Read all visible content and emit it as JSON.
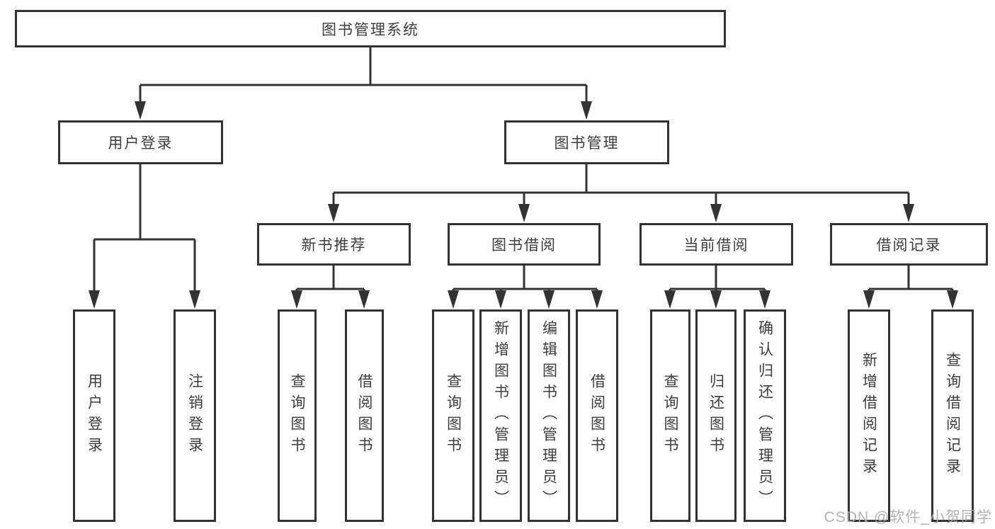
{
  "diagram_type": "hierarchy-tree",
  "tree": {
    "label": "图书管理系统",
    "children": [
      {
        "label": "用户登录",
        "children": [
          {
            "label": "用户登录"
          },
          {
            "label": "注销登录"
          }
        ]
      },
      {
        "label": "图书管理",
        "children": [
          {
            "label": "新书推荐",
            "children": [
              {
                "label": "查询图书"
              },
              {
                "label": "借阅图书"
              }
            ]
          },
          {
            "label": "图书借阅",
            "children": [
              {
                "label": "查询图书"
              },
              {
                "label": "新增图书（管理员）"
              },
              {
                "label": "编辑图书（管理员）"
              },
              {
                "label": "借阅图书"
              }
            ]
          },
          {
            "label": "当前借阅",
            "children": [
              {
                "label": "查询图书"
              },
              {
                "label": "归还图书"
              },
              {
                "label": "确认归还（管理员）"
              }
            ]
          },
          {
            "label": "借阅记录",
            "children": [
              {
                "label": "新增借阅记录"
              },
              {
                "label": "查询借阅记录"
              }
            ]
          }
        ]
      }
    ]
  },
  "watermark": "CSDN @软件_小贺同学",
  "colors": {
    "line": "#333333",
    "text": "#3d3d3d",
    "watermark": "#ababab"
  }
}
